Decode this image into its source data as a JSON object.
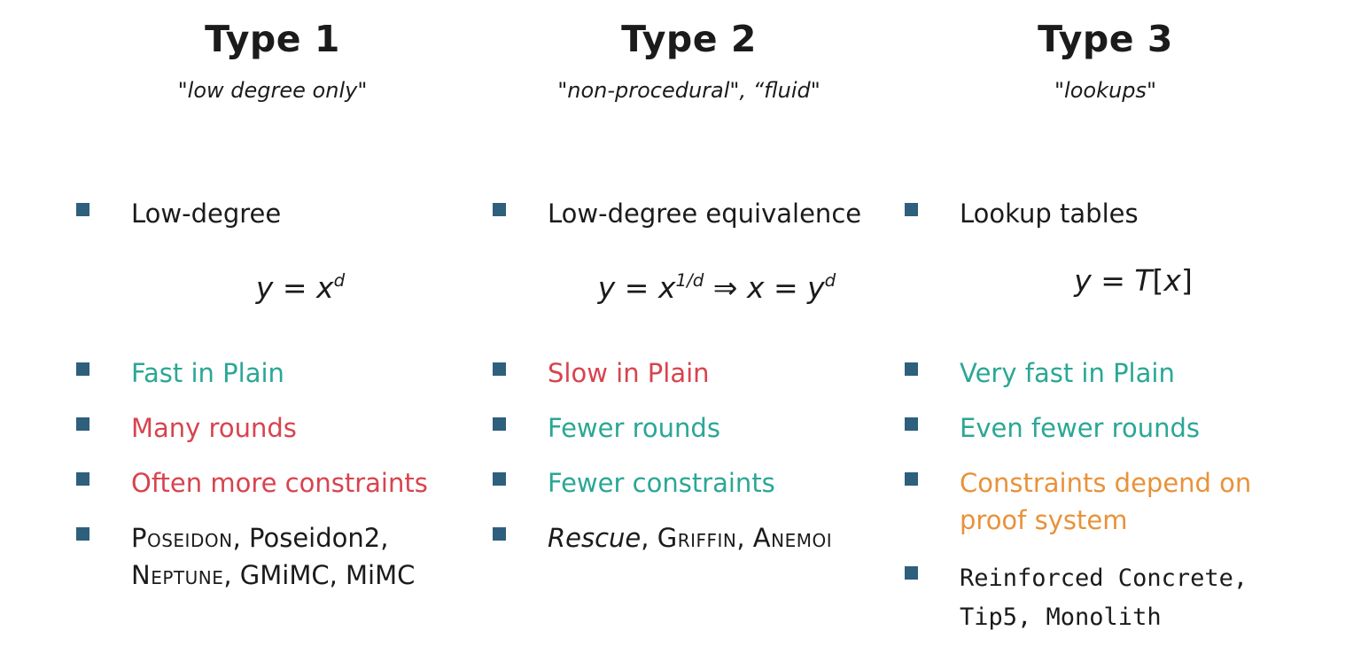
{
  "page": {
    "background": "#ffffff",
    "ink": "#1b1b1b"
  },
  "colors": {
    "bullet_square": "#2e5f7d",
    "positive_teal": "#2aa795",
    "negative_red": "#d8434e",
    "warning_orange": "#e8923a"
  },
  "columns": [
    {
      "title": "Type 1",
      "subtitle": "\"low degree only\"",
      "bullets": [
        {
          "text": "Low-degree",
          "color": "#1b1b1b"
        },
        {
          "text": "Fast in Plain",
          "color": "#2aa795"
        },
        {
          "text": "Many rounds",
          "color": "#d8434e"
        },
        {
          "text": "Often more constraints",
          "color": "#d8434e"
        }
      ],
      "formula": {
        "segments": [
          {
            "text": "y",
            "style": "var"
          },
          {
            "text": " = ",
            "style": "op"
          },
          {
            "text": "x",
            "style": "var"
          },
          {
            "text": "d",
            "style": "sup"
          }
        ]
      },
      "names": {
        "segments": [
          {
            "text": "Poseidon",
            "style": "smallcaps"
          },
          {
            "text": ", Poseidon2,",
            "style": "plain"
          },
          {
            "text": "",
            "style": "break"
          },
          {
            "text": "Neptune",
            "style": "smallcaps"
          },
          {
            "text": ", GMiMC, MiMC",
            "style": "plain"
          }
        ]
      }
    },
    {
      "title": "Type 2",
      "subtitle": "\"non-procedural\", “fluid\"",
      "bullets": [
        {
          "text": "Low-degree equivalence",
          "color": "#1b1b1b"
        },
        {
          "text": "Slow in Plain",
          "color": "#d8434e"
        },
        {
          "text": "Fewer rounds",
          "color": "#2aa795"
        },
        {
          "text": "Fewer constraints",
          "color": "#2aa795"
        }
      ],
      "formula": {
        "segments": [
          {
            "text": "y",
            "style": "var"
          },
          {
            "text": " = ",
            "style": "op"
          },
          {
            "text": "x",
            "style": "var"
          },
          {
            "text": "1/d",
            "style": "sup"
          },
          {
            "text": " ⇒ ",
            "style": "op"
          },
          {
            "text": "x",
            "style": "var"
          },
          {
            "text": " = ",
            "style": "op"
          },
          {
            "text": "y",
            "style": "var"
          },
          {
            "text": "d",
            "style": "sup"
          }
        ]
      },
      "names": {
        "segments": [
          {
            "text": "Rescue",
            "style": "italic"
          },
          {
            "text": ", ",
            "style": "plain"
          },
          {
            "text": "Griffin",
            "style": "smallcaps"
          },
          {
            "text": ", ",
            "style": "plain"
          },
          {
            "text": "Anemoi",
            "style": "smallcaps"
          }
        ]
      }
    },
    {
      "title": "Type 3",
      "subtitle": "\"lookups\"",
      "bullets": [
        {
          "text": "Lookup tables",
          "color": "#1b1b1b"
        },
        {
          "text": "Very fast in Plain",
          "color": "#2aa795"
        },
        {
          "text": "Even fewer rounds",
          "color": "#2aa795"
        },
        {
          "text": "Constraints depend on proof system",
          "color": "#e8923a"
        }
      ],
      "formula": {
        "segments": [
          {
            "text": "y",
            "style": "var"
          },
          {
            "text": " = ",
            "style": "op"
          },
          {
            "text": "T",
            "style": "var"
          },
          {
            "text": "[",
            "style": "op"
          },
          {
            "text": "x",
            "style": "var"
          },
          {
            "text": "]",
            "style": "op"
          }
        ]
      },
      "names": {
        "segments": [
          {
            "text": "Reinforced Concrete,",
            "style": "mono"
          },
          {
            "text": "",
            "style": "break"
          },
          {
            "text": "Tip5, Monolith",
            "style": "mono"
          }
        ]
      }
    }
  ]
}
